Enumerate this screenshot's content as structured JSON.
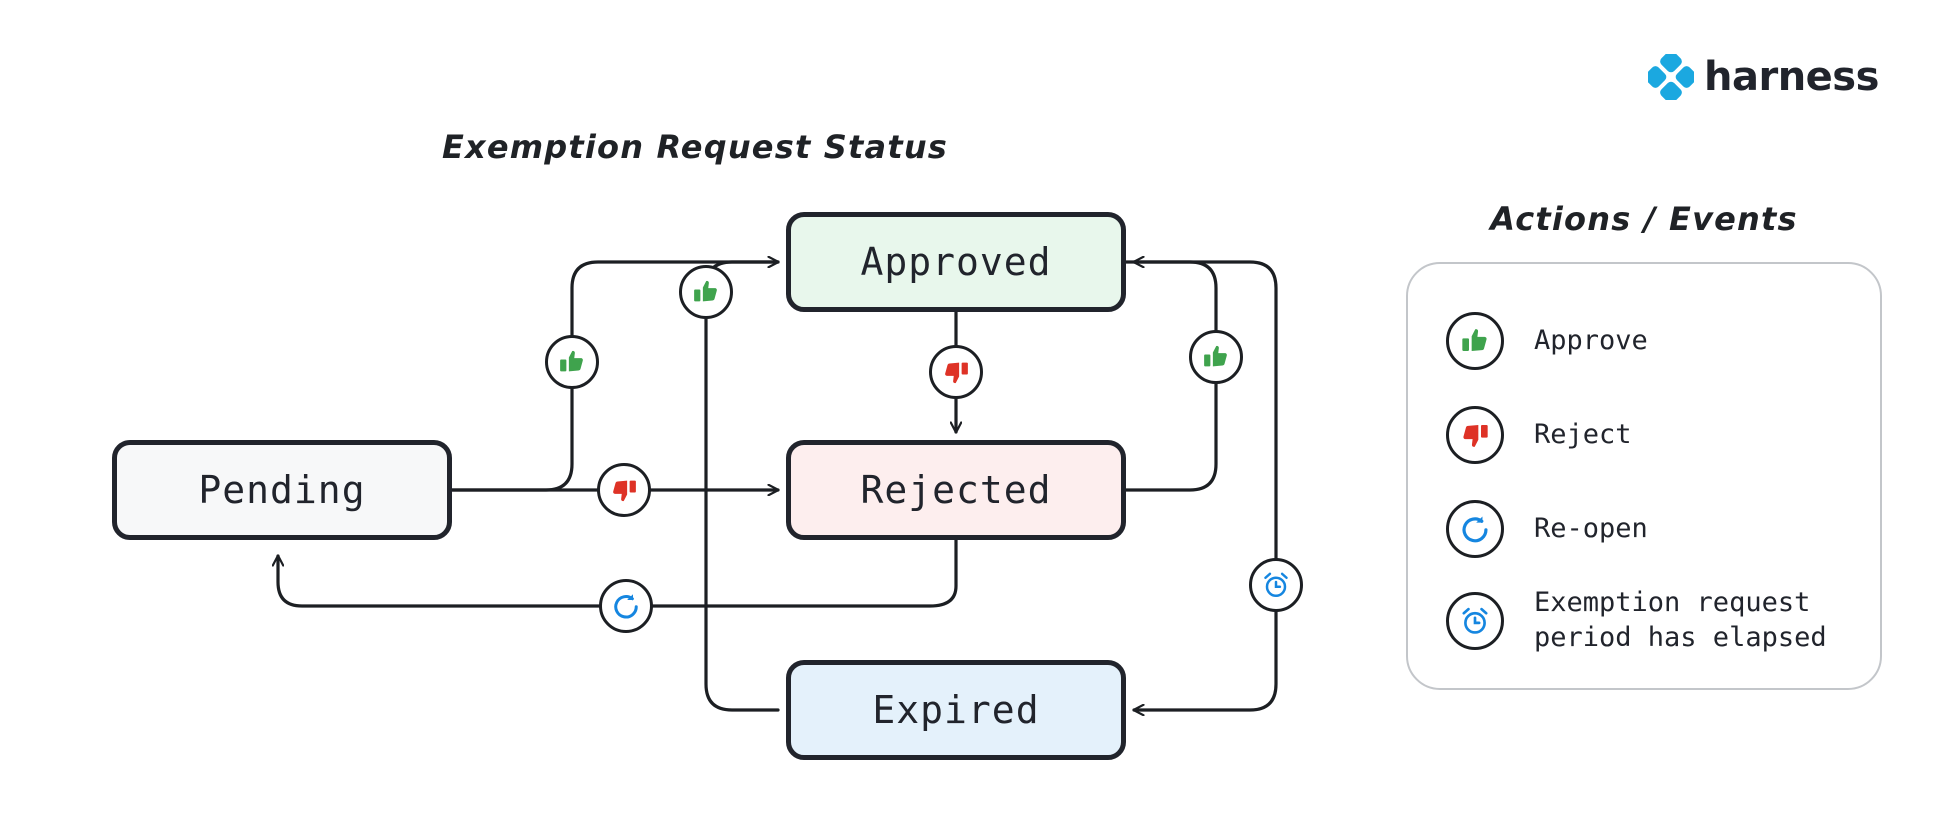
{
  "brand": {
    "logo_text": "harness",
    "logo_icon": "harness-diamond-icon",
    "accent": "#1ba8e0"
  },
  "diagram": {
    "title": "Exemption Request Status",
    "type": "state-machine",
    "states": [
      {
        "id": "pending",
        "label": "Pending",
        "fill": "#f7f8f9",
        "stroke": "#21242c"
      },
      {
        "id": "approved",
        "label": "Approved",
        "fill": "#e8f7ec",
        "stroke": "#21242c"
      },
      {
        "id": "rejected",
        "label": "Rejected",
        "fill": "#fdeeee",
        "stroke": "#21242c"
      },
      {
        "id": "expired",
        "label": "Expired",
        "fill": "#e4f1fb",
        "stroke": "#21242c"
      }
    ],
    "transitions": [
      {
        "from": "pending",
        "to": "approved",
        "action": "approve",
        "icon": "thumbs-up-icon"
      },
      {
        "from": "pending",
        "to": "rejected",
        "action": "reject",
        "icon": "thumbs-down-icon"
      },
      {
        "from": "approved",
        "to": "rejected",
        "action": "reject",
        "icon": "thumbs-down-icon"
      },
      {
        "from": "rejected",
        "to": "approved",
        "action": "approve",
        "icon": "thumbs-up-icon"
      },
      {
        "from": "rejected",
        "to": "pending",
        "action": "reopen",
        "icon": "reopen-icon"
      },
      {
        "from": "expired",
        "to": "approved",
        "action": "approve",
        "icon": "thumbs-up-icon"
      },
      {
        "from": "approved",
        "to": "expired",
        "action": "elapsed",
        "icon": "alarm-clock-icon"
      }
    ]
  },
  "legend": {
    "title": "Actions / Events",
    "items": [
      {
        "icon": "thumbs-up-icon",
        "label": "Approve",
        "color": "#3fa34d"
      },
      {
        "icon": "thumbs-down-icon",
        "label": "Reject",
        "color": "#de3226"
      },
      {
        "icon": "reopen-icon",
        "label": "Re-open",
        "color": "#1586e0"
      },
      {
        "icon": "alarm-clock-icon",
        "label": "Exemption request\nperiod has elapsed",
        "color": "#1586e0"
      }
    ]
  }
}
